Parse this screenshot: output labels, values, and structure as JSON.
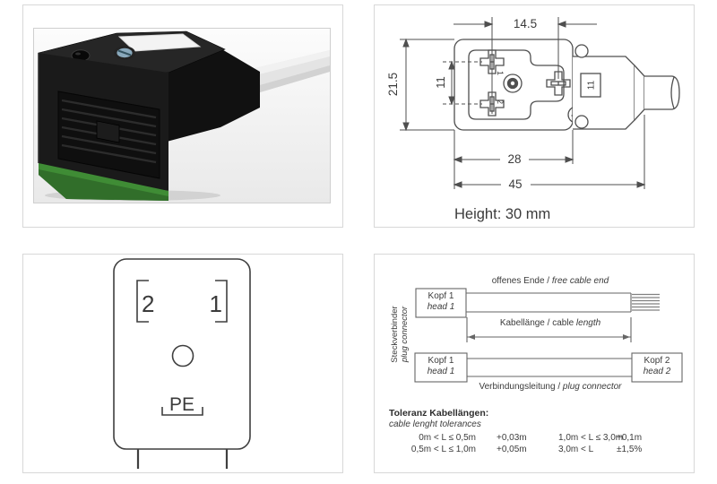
{
  "separator": " / ",
  "space": " ",
  "dimension_panel": {
    "width_top": "14.5",
    "height_left": "21.5",
    "pin_spacing": "11",
    "body_width": "28",
    "total_length": "45",
    "latch_label": "11",
    "contact1": "1",
    "contact2": "2",
    "height_note": "Height: 30 mm"
  },
  "pinout_panel": {
    "pin_left": "2",
    "pin_right": "1",
    "ground": "PE"
  },
  "cable_panel": {
    "side_de": "Steckverbinder",
    "side_en": "plug connector",
    "head1_de": "Kopf 1",
    "head1_en": "head 1",
    "head2_de": "Kopf 2",
    "head2_en": "head 2",
    "free_end_de": "offenes Ende",
    "free_end_en": "free cable end",
    "length_de": "Kabellänge",
    "length_mid": "cable",
    "length_en": "length",
    "connection_de": "Verbindungsleitung",
    "connection_en": "plug connector",
    "tol_title_de": "Toleranz Kabellängen:",
    "tol_title_en": "cable lenght tolerances",
    "tol": [
      {
        "range": "0m < L ≤ 0,5m",
        "value": "+0,03m"
      },
      {
        "range": "0,5m < L ≤ 1,0m",
        "value": "+0,05m"
      },
      {
        "range": "1,0m < L ≤ 3,0m",
        "value": "+0,1m"
      },
      {
        "range": "3,0m < L",
        "value": "±1,5%"
      }
    ]
  },
  "colors": {
    "line": "#4f4f4f",
    "text": "#3b3b3b",
    "panel_border": "#d8d8d8",
    "green_base": "#3f8c35",
    "cable_grey": "#e4e4e4"
  }
}
